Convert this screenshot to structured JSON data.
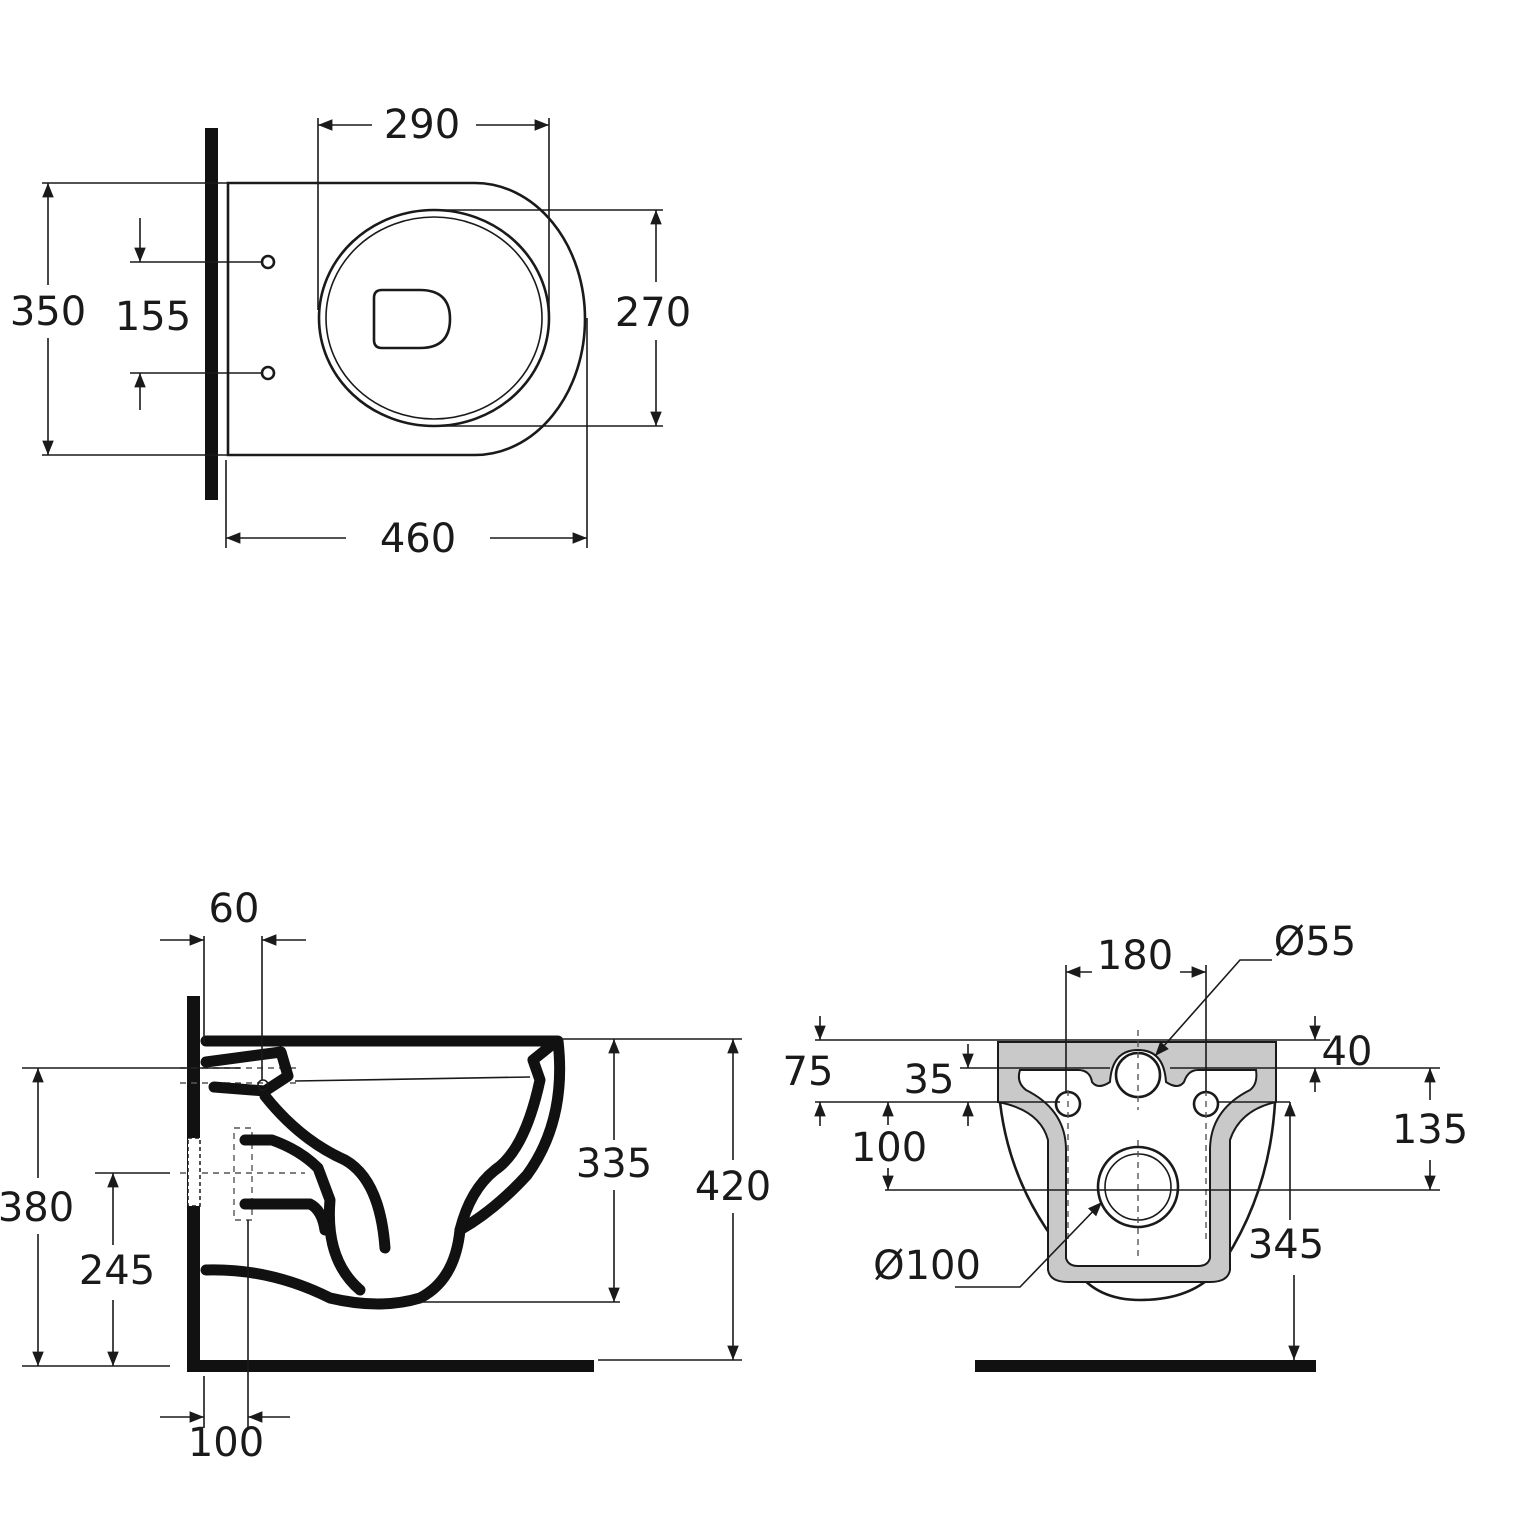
{
  "colors": {
    "line": "#1a1a1a",
    "wall": "#111111",
    "frame_fill": "#c9c9c9",
    "background": "#ffffff"
  },
  "top_view": {
    "dims": {
      "width_seat": "290",
      "depth_total": "350",
      "fixing_spacing": "155",
      "bowl_opening": "270",
      "projection": "460"
    }
  },
  "side_view": {
    "dims": {
      "wall_offset_top": "60",
      "fixing_height": "380",
      "outlet_height": "245",
      "rim_to_trap": "335",
      "total_height": "420",
      "outlet_offset": "100"
    }
  },
  "back_view": {
    "dims": {
      "fixing_spacing": "180",
      "inlet_diameter": "Ø55",
      "top_offset_left": "75",
      "top_to_inlet": "35",
      "fixing_depth": "100",
      "top_offset_right": "40",
      "fixing_to_outlet": "135",
      "outlet_diameter": "Ø100",
      "outlet_height": "345"
    }
  }
}
